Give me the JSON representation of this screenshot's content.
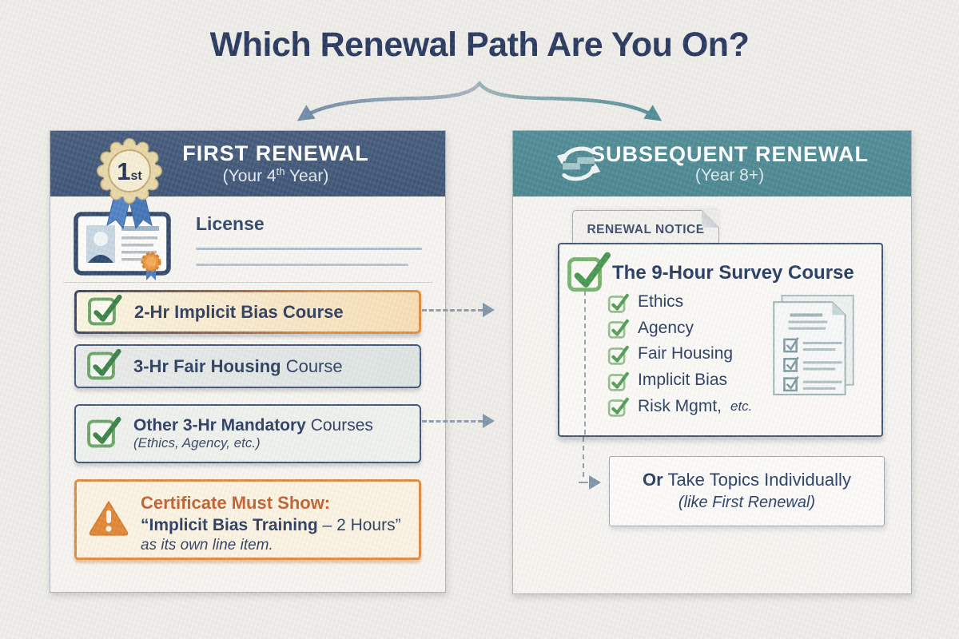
{
  "title": "Which Renewal Path Are You On?",
  "left_panel": {
    "badge_num": "1",
    "badge_suffix": "st",
    "title": "FIRST RENEWAL",
    "subtitle_pre": "(Your 4",
    "subtitle_sup": "th",
    "subtitle_post": " Year)",
    "license_label": "License",
    "course_1": {
      "bold": "2-Hr Implicit Bias Course"
    },
    "course_2": {
      "bold": "3-Hr Fair Housing",
      "regular": " Course"
    },
    "course_3": {
      "bold": "Other 3-Hr Mandatory",
      "regular": " Courses",
      "note": "(Ethics, Agency, etc.)"
    },
    "warning": {
      "heading": "Certificate Must Show:",
      "quote_bold": "“Implicit Bias Training",
      "quote_regular": " – 2 Hours”",
      "note": "as its own line item."
    }
  },
  "right_panel": {
    "title": "SUBSEQUENT RENEWAL",
    "subtitle": "(Year 8+)",
    "tab_label": "RENEWAL NOTICE",
    "survey_title": "The 9-Hour Survey Course",
    "topics": [
      "Ethics",
      "Agency",
      "Fair Housing",
      "Implicit Bias"
    ],
    "last_topic": {
      "main": "Risk Mgmt,",
      "etc": " etc."
    },
    "or_box": {
      "bold": "Or",
      "text": " Take Topics Individually",
      "note": "(like First Renewal)"
    }
  },
  "colors": {
    "navy_header": "#3e5577",
    "teal_header": "#4a8791",
    "navy_text": "#22345c",
    "orange_border": "#dd893d",
    "orange_text": "#bf5e2b",
    "green_check": "#4e9b50",
    "cream_bg": "#fcf3e2",
    "page_bg": "#efede9"
  }
}
